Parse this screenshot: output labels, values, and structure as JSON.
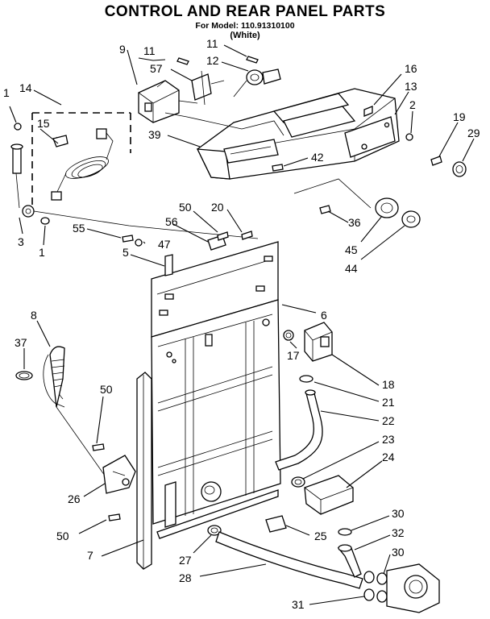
{
  "header": {
    "title": "CONTROL AND REAR PANEL PARTS",
    "model_line": "For Model: 110.91310100",
    "color": "(White)"
  },
  "callouts": {
    "c1a": "1",
    "c1b": "1",
    "c2": "2",
    "c3": "3",
    "c5": "5",
    "c6": "6",
    "c7": "7",
    "c8": "8",
    "c9": "9",
    "c11a": "11",
    "c11b": "11",
    "c12": "12",
    "c13": "13",
    "c14": "14",
    "c15": "15",
    "c16": "16",
    "c17": "17",
    "c18": "18",
    "c19": "19",
    "c20": "20",
    "c21": "21",
    "c22": "22",
    "c23": "23",
    "c24": "24",
    "c25": "25",
    "c26": "26",
    "c27": "27",
    "c28": "28",
    "c29": "29",
    "c30a": "30",
    "c30b": "30",
    "c31": "31",
    "c32": "32",
    "c36": "36",
    "c37": "37",
    "c39": "39",
    "c42": "42",
    "c44": "44",
    "c45": "45",
    "c47": "47",
    "c50a": "50",
    "c50b": "50",
    "c50c": "50",
    "c55": "55",
    "c56": "56",
    "c57": "57"
  }
}
